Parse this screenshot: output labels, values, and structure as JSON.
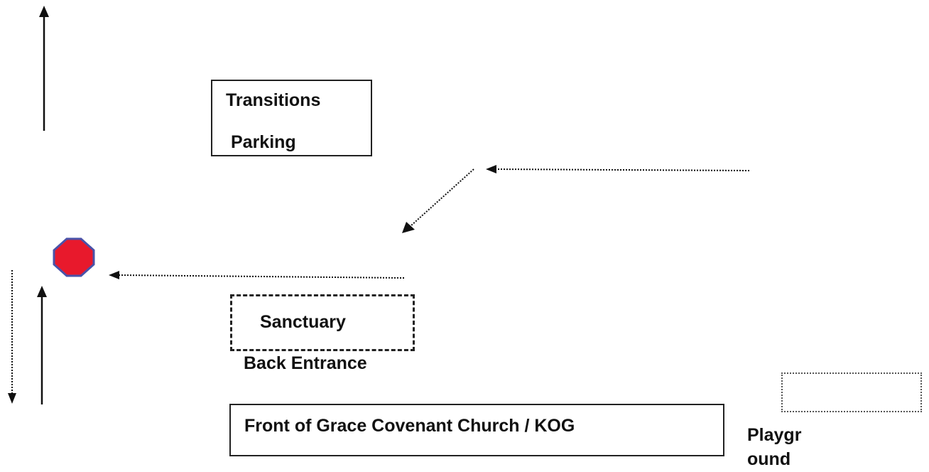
{
  "labels": {
    "transitions": "Transitions",
    "parking": "Parking",
    "sanctuary": "Sanctuary",
    "back_entrance": "Back Entrance",
    "front_of_church": "Front of Grace Covenant Church / KOG",
    "playground_line1": "Playgr",
    "playground_line2": "ound"
  },
  "colors": {
    "stop_sign_fill": "#e8192c",
    "stop_sign_border": "#4a52a8",
    "line": "#111111"
  },
  "icons": {
    "stop_sign": "octagon-stop-icon"
  }
}
